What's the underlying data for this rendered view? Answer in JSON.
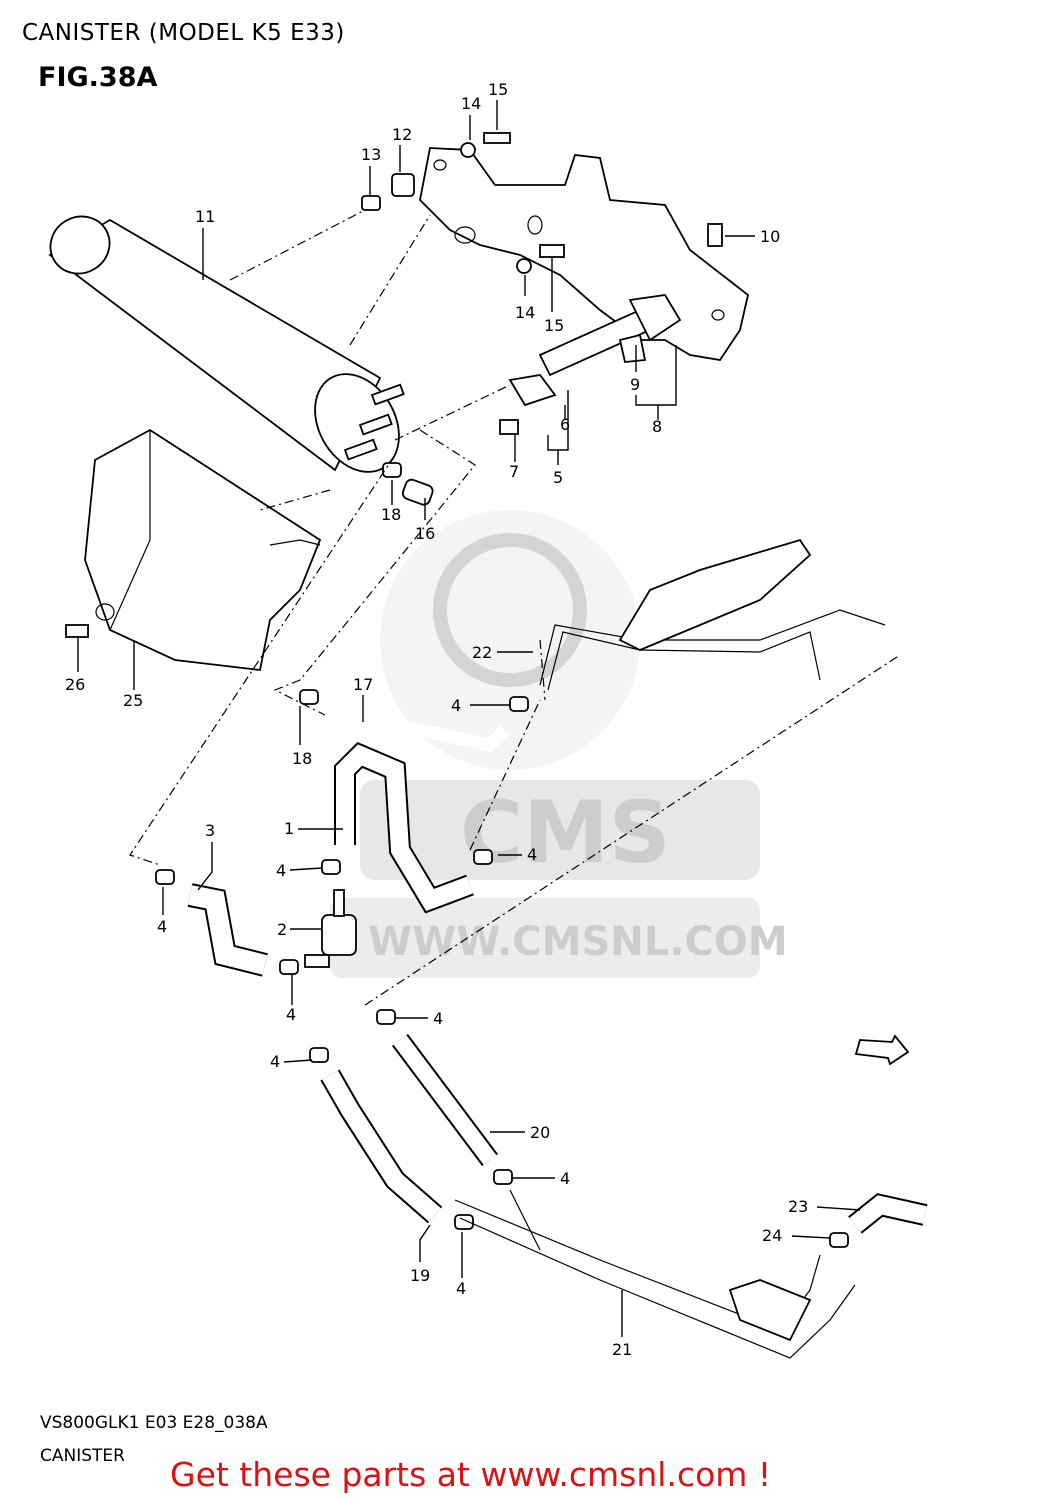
{
  "header": {
    "title": "CANISTER (MODEL K5 E33)",
    "figure": "FIG.38A"
  },
  "footer": {
    "drawing_code": "VS800GLK1 E03 E28_038A",
    "section_name": "CANISTER",
    "promo": "Get these parts at www.cmsnl.com !"
  },
  "watermark": {
    "logo_text": "CMS",
    "url_text": "WWW.CMSNL.COM"
  },
  "fwd_label": "FWD",
  "callouts": {
    "c1": "1",
    "c2": "2",
    "c3": "3",
    "c4a": "4",
    "c4b": "4",
    "c4c": "4",
    "c4d": "4",
    "c4e": "4",
    "c4f": "4",
    "c4g": "4",
    "c4h": "4",
    "c4i": "4",
    "c5": "5",
    "c6": "6",
    "c7": "7",
    "c8": "8",
    "c9": "9",
    "c10": "10",
    "c11": "11",
    "c12": "12",
    "c13": "13",
    "c14a": "14",
    "c14b": "14",
    "c15a": "15",
    "c15b": "15",
    "c16": "16",
    "c17": "17",
    "c18a": "18",
    "c18b": "18",
    "c19": "19",
    "c20": "20",
    "c21": "21",
    "c22": "22",
    "c23": "23",
    "c24": "24",
    "c25": "25",
    "c26": "26"
  },
  "colors": {
    "promo": "#dd1111",
    "line": "#000000",
    "watermark": "#d9d9d9"
  }
}
